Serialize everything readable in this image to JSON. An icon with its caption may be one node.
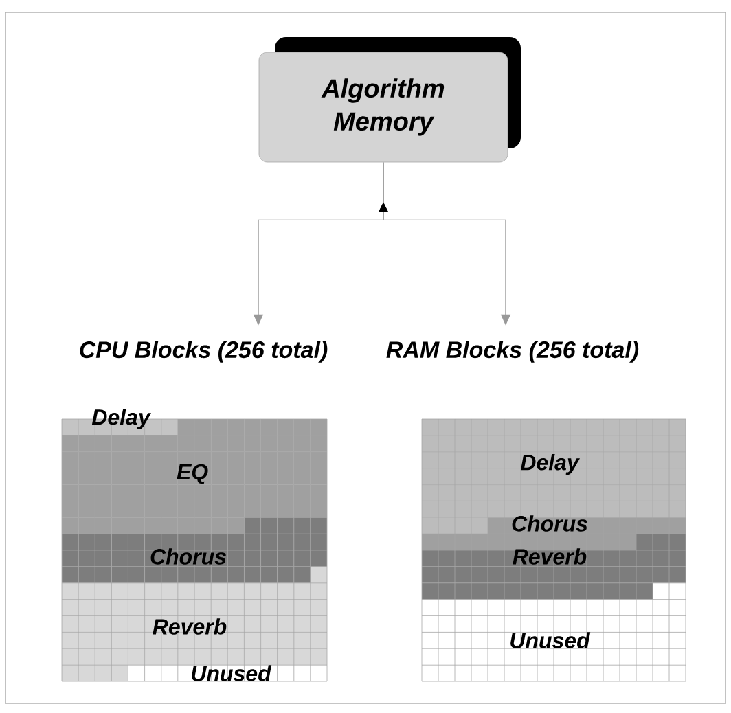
{
  "diagram": {
    "nodes": [
      {
        "text": [
          "Algorithm Memory"
        ]
      },
      {
        "text": [
          "CPU Blocks (256 total)"
        ]
      },
      {
        "text": [
          "RAM Blocks (256 total)"
        ]
      }
    ],
    "edges": [
      {
        "from": 0,
        "to": 1,
        "arrow": "to"
      },
      {
        "from": 0,
        "to": 2,
        "arrow": "to"
      }
    ],
    "labels": [
      "Delay",
      "EQ",
      "Chorus",
      "Reverb",
      "Unused",
      "Delay",
      "Chorus",
      "Reverb",
      "Unused"
    ]
  }
}
